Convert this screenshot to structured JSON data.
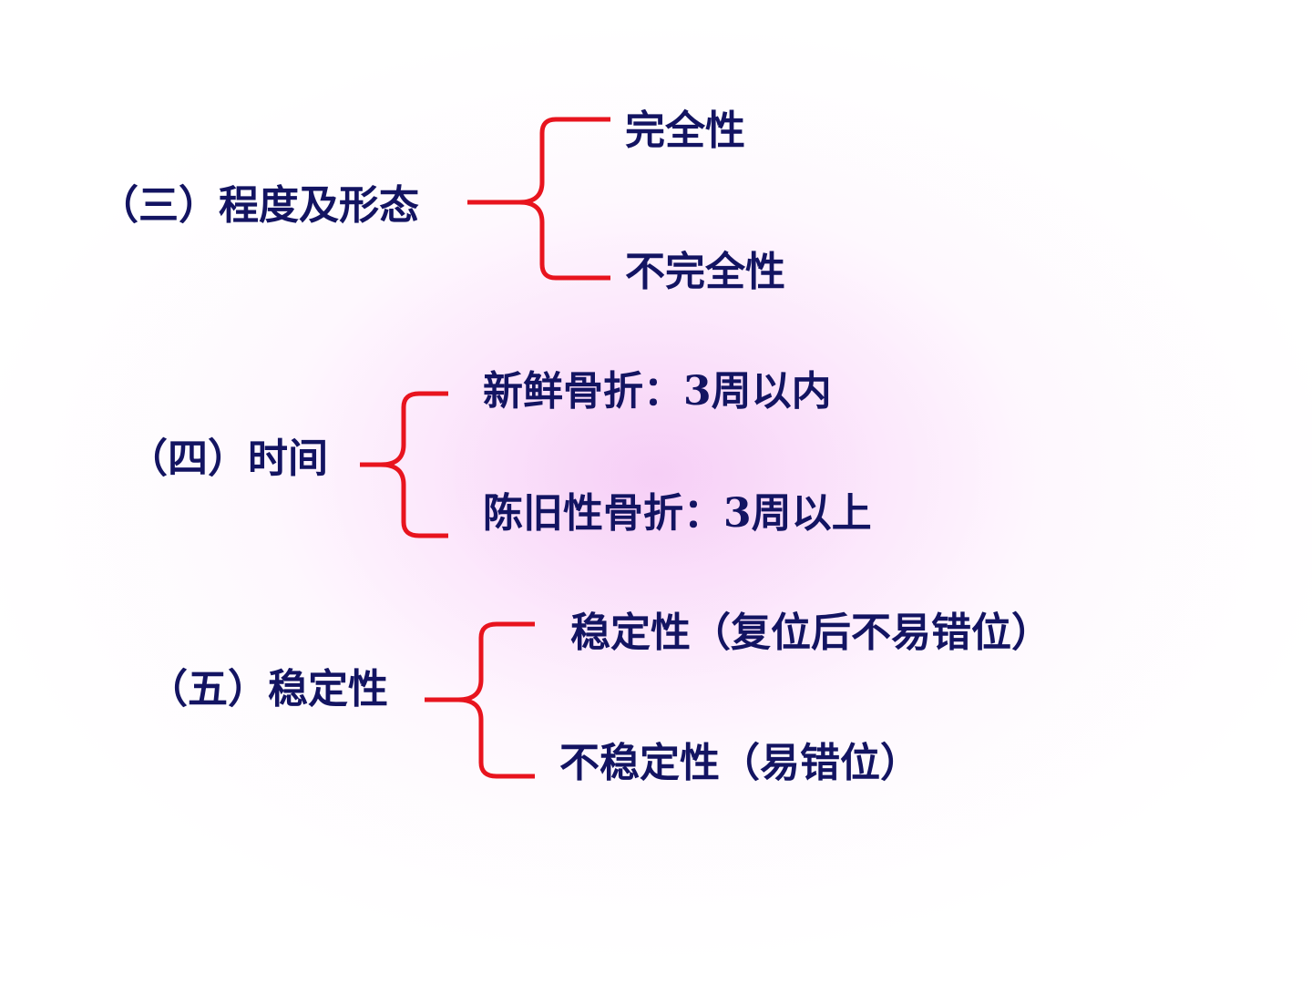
{
  "sections": [
    {
      "heading": "（三）程度及形态",
      "items": [
        "完全性",
        "不完全性"
      ]
    },
    {
      "heading": "（四）时间",
      "items": [
        "新鲜骨折：3周以内",
        "陈旧性骨折：3周以上"
      ]
    },
    {
      "heading": "（五）稳定性",
      "items": [
        "稳定性（复位后不易错位）",
        "不稳定性（易错位）"
      ]
    }
  ],
  "colors": {
    "text": "#131462",
    "brace": "#e8141e",
    "background_glow": "#f5c8f5"
  }
}
